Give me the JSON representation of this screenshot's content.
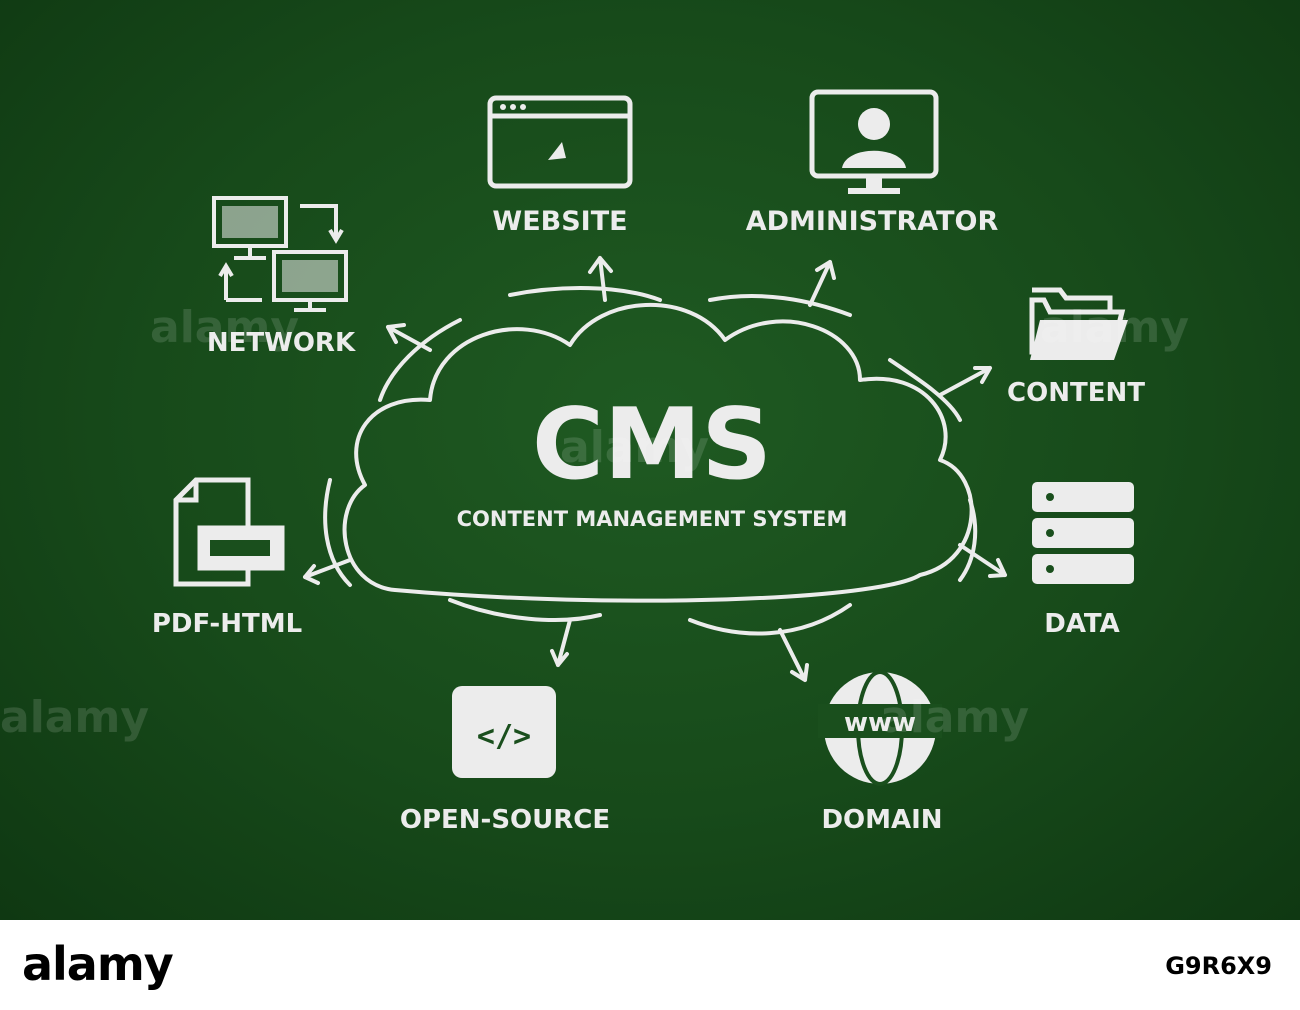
{
  "title": "CMS",
  "subtitle": "CONTENT MANAGEMENT SYSTEM",
  "nodes": {
    "website": "WEBSITE",
    "administrator": "ADMINISTRATOR",
    "network": "NETWORK",
    "content": "CONTENT",
    "data": "DATA",
    "pdf_html": "PDF-HTML",
    "open_source": "OPEN-SOURCE",
    "domain": "DOMAIN"
  },
  "icon_texts": {
    "code": "</>",
    "www": "www"
  },
  "watermark": "alamy",
  "footer": {
    "brand": "alamy",
    "image_id": "G9R6X9"
  },
  "colors": {
    "board": "#1a4f1d",
    "chalk": "#ececec"
  }
}
